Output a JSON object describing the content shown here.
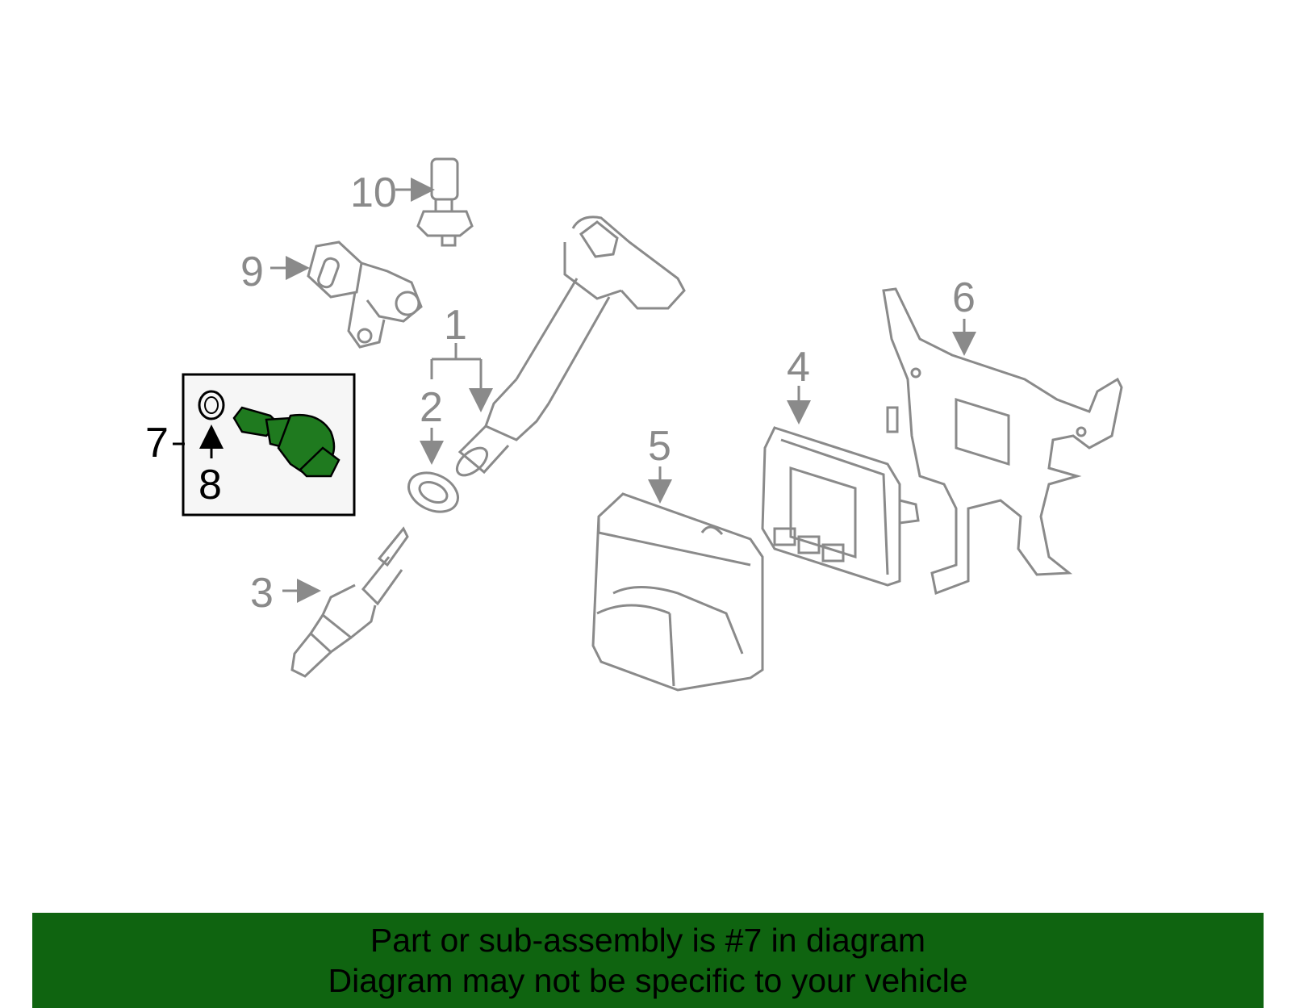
{
  "diagram": {
    "callouts": [
      {
        "id": "1",
        "label": "1"
      },
      {
        "id": "2",
        "label": "2"
      },
      {
        "id": "3",
        "label": "3"
      },
      {
        "id": "4",
        "label": "4"
      },
      {
        "id": "5",
        "label": "5"
      },
      {
        "id": "6",
        "label": "6"
      },
      {
        "id": "7",
        "label": "7"
      },
      {
        "id": "8",
        "label": "8"
      },
      {
        "id": "9",
        "label": "9"
      },
      {
        "id": "10",
        "label": "10"
      }
    ],
    "highlighted_part": "7",
    "colors": {
      "line_gray": "#8a8a8a",
      "highlight_green": "#1f7a1f",
      "highlight_box_bg": "#f6f6f6",
      "banner_green": "#0f6410"
    }
  },
  "banner": {
    "line1": "Part or sub-assembly is #7 in diagram",
    "line2": "Diagram may not be specific to your vehicle"
  }
}
